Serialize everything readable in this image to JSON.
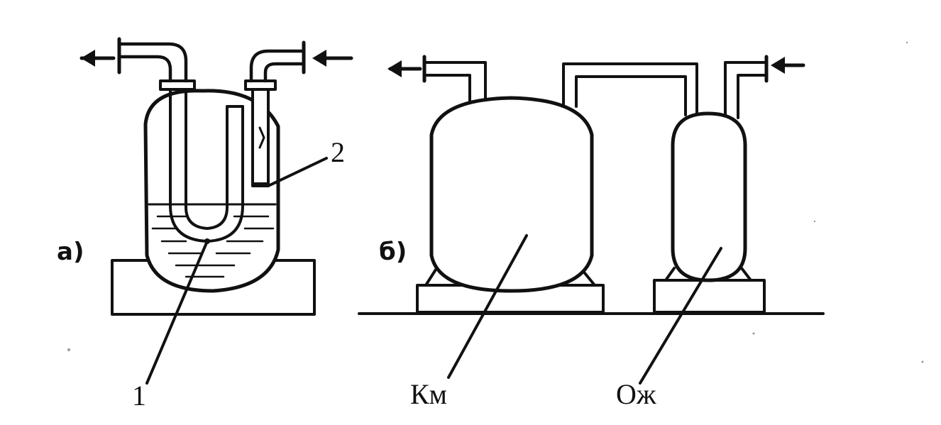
{
  "figure": {
    "panels": [
      {
        "id": "a",
        "label": "а)"
      },
      {
        "id": "b",
        "label": "б)"
      }
    ],
    "callouts": {
      "one": "1",
      "two": "2",
      "km": "Км",
      "ozh": "Ож"
    }
  },
  "colors": {
    "ink": "#111111",
    "background": "#ffffff"
  }
}
